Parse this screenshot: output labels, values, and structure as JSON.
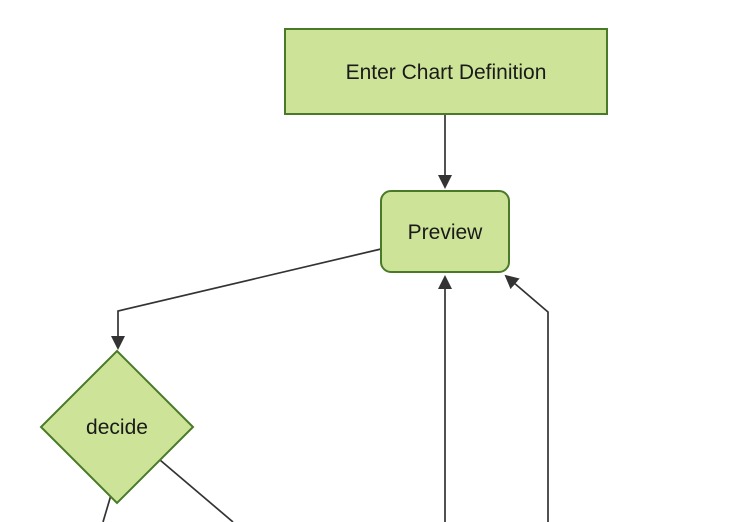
{
  "diagram": {
    "type": "flowchart",
    "direction": "top-down",
    "nodes": [
      {
        "id": "enter-chart-definition",
        "label": "Enter Chart Definition",
        "shape": "rectangle"
      },
      {
        "id": "preview",
        "label": "Preview",
        "shape": "rounded-rectangle"
      },
      {
        "id": "decide",
        "label": "decide",
        "shape": "diamond"
      }
    ],
    "edges": [
      {
        "from": "enter-chart-definition",
        "to": "preview",
        "arrowhead": true
      },
      {
        "from": "preview",
        "to": "decide",
        "arrowhead": true
      },
      {
        "from": "offscreen-bottom",
        "to": "preview",
        "arrowhead": true
      },
      {
        "from": "offscreen-bottom-right",
        "to": "preview",
        "arrowhead": true
      },
      {
        "from": "decide",
        "to": "offscreen-bottom-left",
        "arrowhead": false
      },
      {
        "from": "decide",
        "to": "offscreen-bottom-right",
        "arrowhead": false
      }
    ],
    "colors": {
      "node_fill": "#cde498",
      "node_border": "#4a7a28",
      "edge_line": "#333333",
      "arrowhead": "#333333",
      "text": "#1a1a1a",
      "background": "#ffffff"
    }
  }
}
